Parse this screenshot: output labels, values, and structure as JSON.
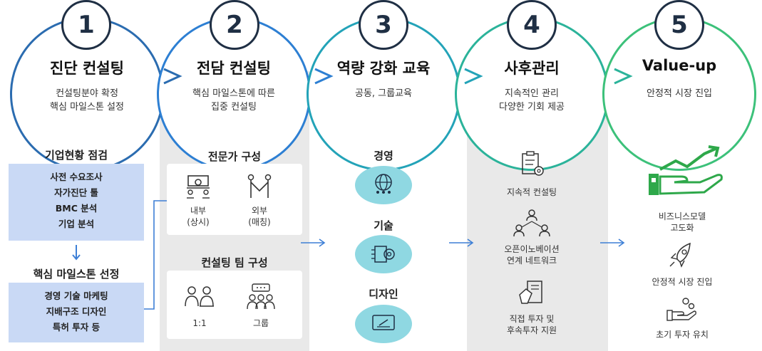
{
  "stages": [
    {
      "number": "1",
      "title": "진단 컨설팅",
      "desc": [
        "컨설팅분야 확정",
        "핵심 마일스톤 설정"
      ],
      "color": "#2b6cb0"
    },
    {
      "number": "2",
      "title": "전담 컨설팅",
      "desc": [
        "핵심 마일스톤에 따른",
        "집중 컨설팅"
      ],
      "color": "#2d7fd3"
    },
    {
      "number": "3",
      "title": "역량 강화 교육",
      "desc": [
        "공동, 그룹교육"
      ],
      "color": "#23a3b8"
    },
    {
      "number": "4",
      "title": "사후관리",
      "desc": [
        "지속적인 관리",
        "다양한 기회 제공"
      ],
      "color": "#2bb39a"
    },
    {
      "number": "5",
      "title": "Value-up",
      "desc": [
        "안정적 시장 진입"
      ],
      "color": "#3cc17a"
    }
  ],
  "col1": {
    "heading1": "기업현황 점검",
    "box1": [
      "사전 수요조사",
      "자가진단 툴",
      "BMC 분석",
      "기업 분석"
    ],
    "heading2": "핵심 마일스톤 선정",
    "box2": [
      "경영 기술 마케팅",
      "지배구조 디자인",
      "특허 투자 등"
    ]
  },
  "col2": {
    "heading1": "전문가 구성",
    "internal": [
      "내부",
      "(상시)"
    ],
    "external": [
      "외부",
      "(매칭)"
    ],
    "heading2": "컨설팅 팀 구성",
    "one": "1:1",
    "group": "그룹"
  },
  "col3": {
    "items": [
      "경영",
      "기술",
      "디자인"
    ]
  },
  "col4": {
    "item1": "지속적 컨설팅",
    "item2": [
      "오픈이노베이션",
      "연계 네트워크"
    ],
    "item3": [
      "직접 투자 및",
      "후속투자 지원"
    ]
  },
  "col5": {
    "item1": [
      "비즈니스모델",
      "고도화"
    ],
    "item2": "안정적 시장 진입",
    "item3": "초기 투자 유치"
  },
  "colors": {
    "blue_box": "#c9d9f5",
    "teal": "#8fd8e2",
    "green": "#2ea84a",
    "navy": "#1f2f44",
    "arrow": "#3d7fd6"
  }
}
